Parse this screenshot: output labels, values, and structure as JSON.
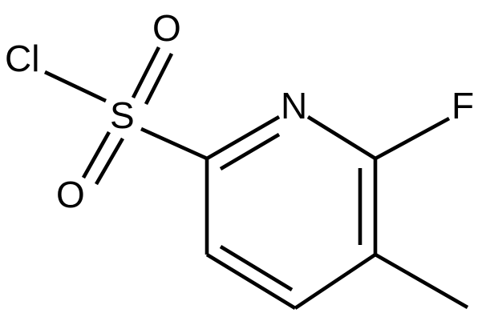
{
  "molecule": {
    "atoms": {
      "chlorine": "Cl",
      "sulfur": "S",
      "oxygen_top": "O",
      "oxygen_bottom": "O",
      "nitrogen": "N",
      "fluorine": "F"
    },
    "colors": {
      "bond": "#000000",
      "label": "#000000",
      "background": "#ffffff"
    }
  }
}
